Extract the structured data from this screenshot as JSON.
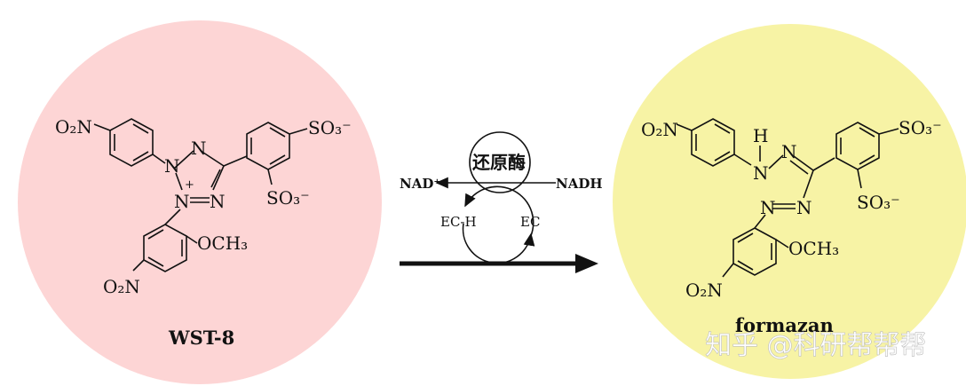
{
  "colors": {
    "left_circle": "#fdd5d5",
    "right_circle": "#f7f3a5",
    "ink": "#111111"
  },
  "left_molecule": {
    "caption": "WST-8",
    "nitro_top": "O₂N",
    "sulfo_top": "SO₃⁻",
    "sulfo_mid": "SO₃⁻",
    "methoxy": "OCH₃",
    "nitro_bottom": "O₂N",
    "ring_n1": "N",
    "ring_n2": "N",
    "ring_n3": "N",
    "ring_n4": "N",
    "ring_charge": "+"
  },
  "right_molecule": {
    "caption": "formazan",
    "nitro_top": "O₂N",
    "sulfo_top": "SO₃⁻",
    "sulfo_mid": "SO₃⁻",
    "methoxy": "OCH₃",
    "nitro_bottom": "O₂N",
    "h_atom": "H",
    "n_a": "N",
    "n_b": "N",
    "n_c": "N",
    "n_d": "N"
  },
  "reaction": {
    "enzyme": "还原酶",
    "nad_plus": "NAD⁺",
    "nadh": "NADH",
    "ec_h": "EC-H",
    "ec": "EC"
  },
  "watermark": "知乎 @科研帮帮帮"
}
